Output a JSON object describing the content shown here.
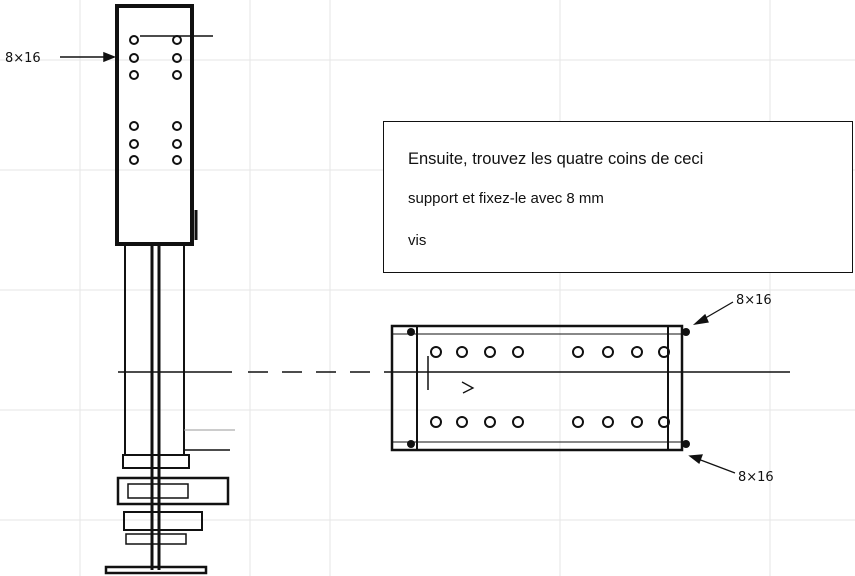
{
  "instruction": {
    "line1": "Ensuite, trouvez les quatre coins de ceci",
    "line2": "support et fixez-le avec 8 mm",
    "line3": "vis"
  },
  "callouts": {
    "left_top": "8×16",
    "right_top": "8×16",
    "right_bottom": "8×16"
  }
}
